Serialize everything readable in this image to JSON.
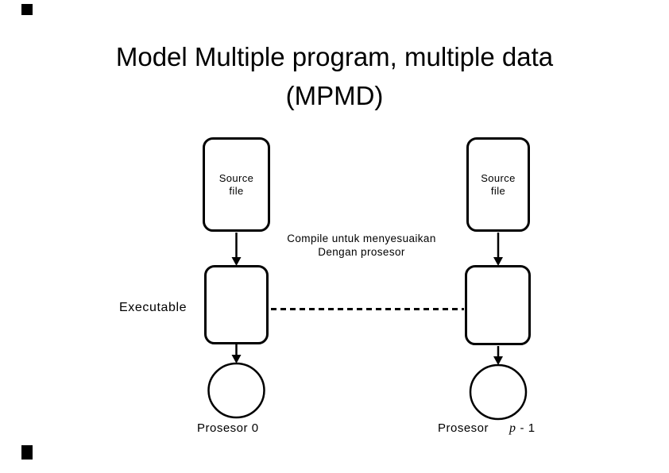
{
  "slide": {
    "title_line1": "Model Multiple program, multiple data",
    "title_line2": "(MPMD)"
  },
  "colors": {
    "background": "#ffffff",
    "ink": "#000000"
  },
  "decorations": {
    "corner_mark_color": "#000000"
  },
  "diagram": {
    "source_left": {
      "line1": "Source",
      "line2": "file"
    },
    "source_right": {
      "line1": "Source",
      "line2": "file"
    },
    "compile_note_line1": "Compile untuk menyesuaikan",
    "compile_note_line2": "Dengan prosesor",
    "executable_label": "Executable",
    "processor_left": "Prosesor 0",
    "processor_right_prefix": "Prosesor",
    "processor_right_var": "p",
    "processor_right_suffix": "- 1"
  }
}
